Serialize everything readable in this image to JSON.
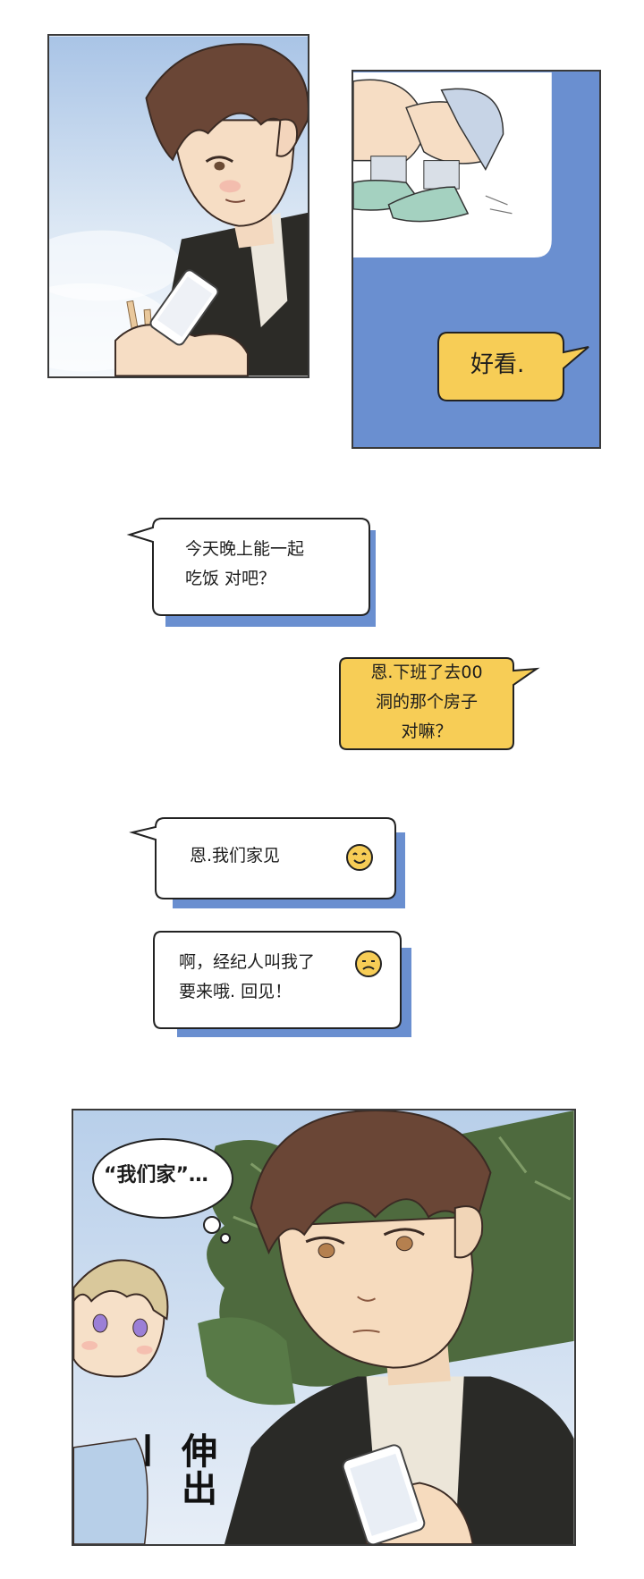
{
  "panel1": {
    "description_icon": "phone-icon"
  },
  "panel2": {
    "speech": "好看."
  },
  "chat": {
    "msg1": {
      "lines": [
        "今天晚上能一起",
        "吃饭  对吧？"
      ]
    },
    "msg2": {
      "lines": [
        "恩.下班了去00",
        "洞的那个房子",
        "对嘛？"
      ]
    },
    "msg3": {
      "lines": [
        "恩.我们家见"
      ],
      "emoji": "smile-emoji-icon"
    },
    "msg4": {
      "lines": [
        "啊，经纪人叫我了",
        "要来哦. 回见！"
      ],
      "emoji": "sad-emoji-icon"
    }
  },
  "panel3": {
    "thought": "“我们家”…",
    "sfx": "伸出—"
  },
  "colors": {
    "blue": "#6a8fd0",
    "yellow": "#f7cd56",
    "outline": "#222222",
    "sky": "#c9dcf0"
  }
}
